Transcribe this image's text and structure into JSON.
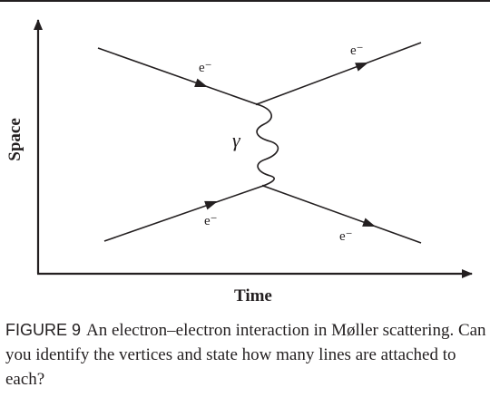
{
  "diagram": {
    "axes": {
      "x_label": "Time",
      "y_label": "Space"
    },
    "particles": {
      "incoming_top": "e⁻",
      "outgoing_top": "e⁻",
      "incoming_bottom": "e⁻",
      "outgoing_bottom": "e⁻"
    },
    "photon_label": "γ"
  },
  "caption": {
    "label": "FIGURE 9",
    "text": "An electron–electron interaction in Møller scattering. Can you identify the vertices and state how many lines are attached to each?"
  }
}
